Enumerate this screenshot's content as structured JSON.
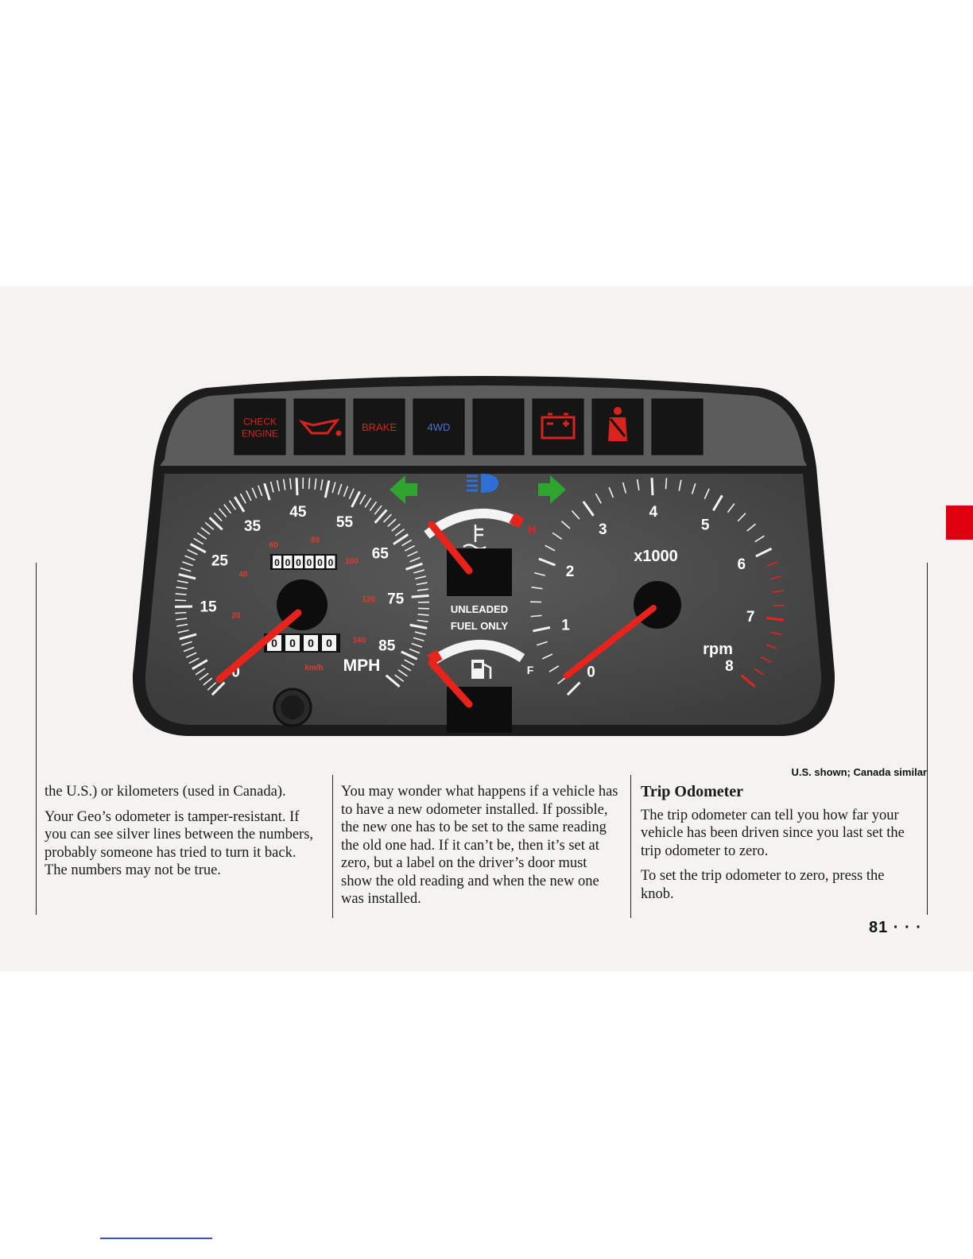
{
  "figure": {
    "warning_lights": [
      {
        "label": "CHECK\nENGINE",
        "color": "#d9231e"
      },
      {
        "label": "",
        "icon": "oil-can-icon",
        "color": "#d9231e"
      },
      {
        "label": "BRAKE",
        "color": "#d9231e"
      },
      {
        "label": "4WD",
        "color": "#4a72d8"
      },
      {
        "label": "",
        "color": "#1a1a1a"
      },
      {
        "label": "",
        "icon": "battery-icon",
        "color": "#d9231e"
      },
      {
        "label": "",
        "icon": "seatbelt-icon",
        "color": "#d9231e"
      },
      {
        "label": "",
        "color": "#1a1a1a"
      }
    ],
    "speedometer": {
      "unit": "MPH",
      "mph_labels": [
        "0",
        "15",
        "25",
        "35",
        "45",
        "55",
        "65",
        "75",
        "85"
      ],
      "kmh_labels": [
        "20",
        "40",
        "60",
        "80",
        "100",
        "120",
        "140"
      ],
      "kmh_unit": "km/h",
      "odometer_digits": "000000",
      "trip_digits": "0000"
    },
    "tachometer": {
      "labels": [
        "0",
        "1",
        "2",
        "3",
        "4",
        "5",
        "6",
        "7",
        "8"
      ],
      "multiplier": "x1000",
      "unit": "rpm"
    },
    "temperature_gauge": {
      "hot_label": "H"
    },
    "fuel_gauge": {
      "full_label": "F",
      "notice_line1": "UNLEADED",
      "notice_line2": "FUEL ONLY"
    },
    "colors": {
      "panel": "#4a4a4a",
      "needle": "#e8231c",
      "signal": "#2fa52f",
      "highbeam": "#2f6fd8"
    }
  },
  "caption": "U.S. shown; Canada similar",
  "columns": {
    "col1": {
      "p1": "the U.S.) or kilometers (used in Canada).",
      "p2": "Your Geo’s odometer is tamper-resistant. If you can see silver lines between the numbers, probably someone has tried to turn it back. The numbers may not be true."
    },
    "col2": {
      "p1": "You may wonder what happens if a vehicle has to have a new odometer installed. If possible, the new one has to be set to the same reading the old one had. If it can’t be, then it’s set at zero, but a label on the driver’s door must show the old reading and when the new one was installed."
    },
    "col3": {
      "heading": "Trip Odometer",
      "p1": "The trip odometer can tell you how far your vehicle has been driven since you last set the trip odometer to zero.",
      "p2": "To set the trip odometer to zero, press the knob."
    }
  },
  "page_number": "81 · · ·"
}
